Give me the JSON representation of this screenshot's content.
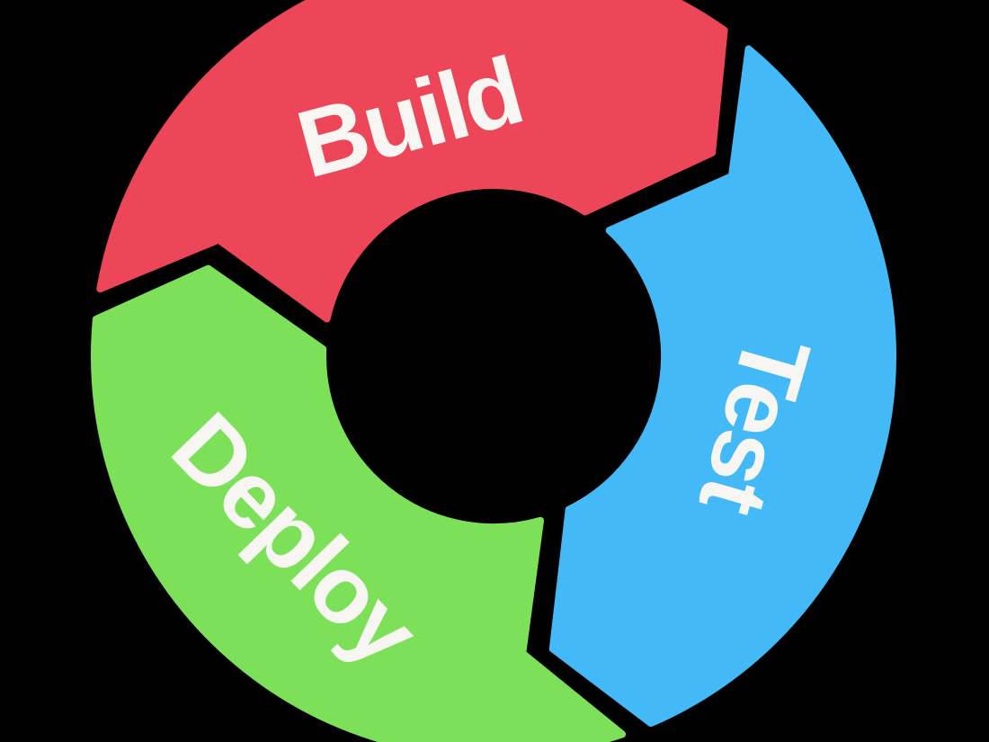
{
  "diagram": {
    "type": "cycle",
    "direction": "clockwise",
    "background_color": "#000000",
    "label_color": "#F7F6F3",
    "segments": [
      {
        "label": "Build",
        "color": "#EE4659"
      },
      {
        "label": "Test",
        "color": "#43BAF7"
      },
      {
        "label": "Deploy",
        "color": "#7CE159"
      }
    ]
  }
}
